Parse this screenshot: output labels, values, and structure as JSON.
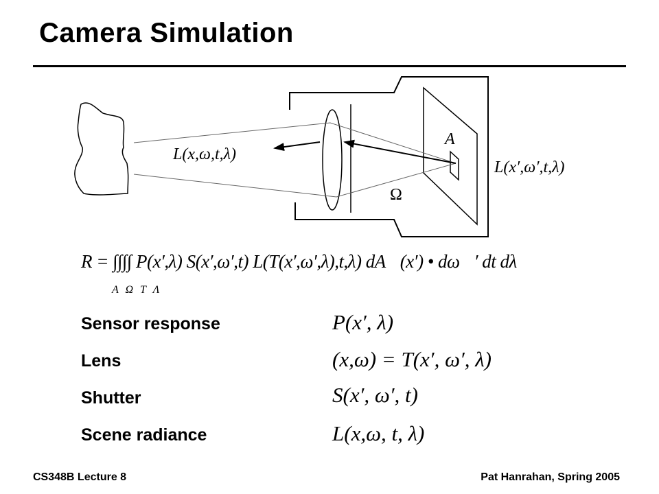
{
  "slide": {
    "title": "Camera Simulation",
    "diagram": {
      "scene_radiance_label": "L(x,ω,t,λ)",
      "sensor_area_label": "A",
      "sensor_radiance_label": "L(x′,ω′,t,λ)",
      "solid_angle_label": "Ω"
    },
    "equation": {
      "main": "R = ∫∫∫∫ P(x′,λ) S(x′,ω′,t) L(T(x′,ω′,λ),t,λ) dA⃗(x′) • dω⃗′ dt dλ",
      "limits": "A Ω T Λ"
    },
    "terms": [
      {
        "label": "Sensor response",
        "formula": "P(x′, λ)"
      },
      {
        "label": "Lens",
        "formula": "(x,ω) = T(x′, ω′, λ)"
      },
      {
        "label": "Shutter",
        "formula": "S(x′, ω′, t)"
      },
      {
        "label": "Scene radiance",
        "formula": "L(x,ω, t, λ)"
      }
    ],
    "footer": {
      "left": "CS348B Lecture 8",
      "right": "Pat Hanrahan, Spring 2005"
    }
  }
}
